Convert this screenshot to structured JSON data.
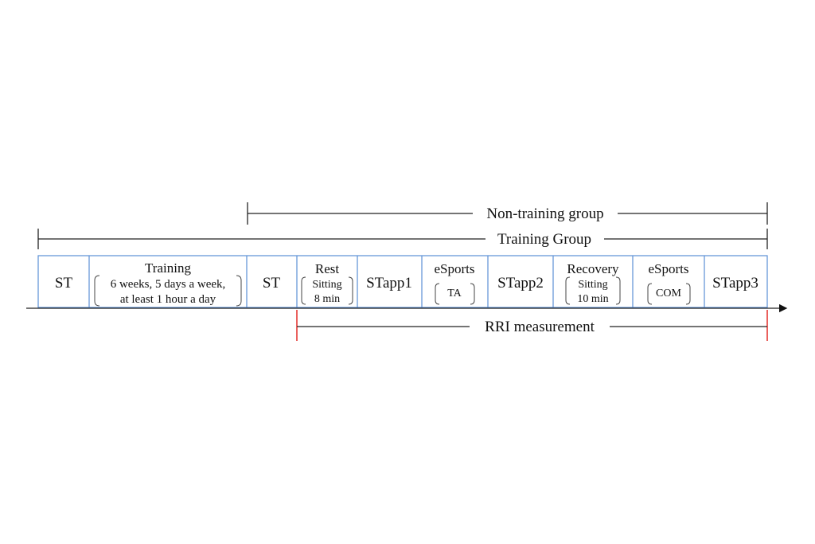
{
  "groups": {
    "non_training": "Non-training group",
    "training": "Training Group",
    "rri": "RRI measurement"
  },
  "steps": {
    "st1": "ST",
    "training_title": "Training",
    "training_line1": "6 weeks, 5 days a week,",
    "training_line2": "at least 1 hour a day",
    "st2": "ST",
    "rest_title": "Rest",
    "rest_line1": "Sitting",
    "rest_line2": "8 min",
    "stapp1": "STapp1",
    "esports1_title": "eSports",
    "esports1_sub": "TA",
    "stapp2": "STapp2",
    "recovery_title": "Recovery",
    "recovery_line1": "Sitting",
    "recovery_line2": "10 min",
    "esports2_title": "eSports",
    "esports2_sub": "COM",
    "stapp3": "STapp3"
  },
  "colors": {
    "box_border": "#5b8fd6",
    "measurement_marker": "#e53935"
  }
}
